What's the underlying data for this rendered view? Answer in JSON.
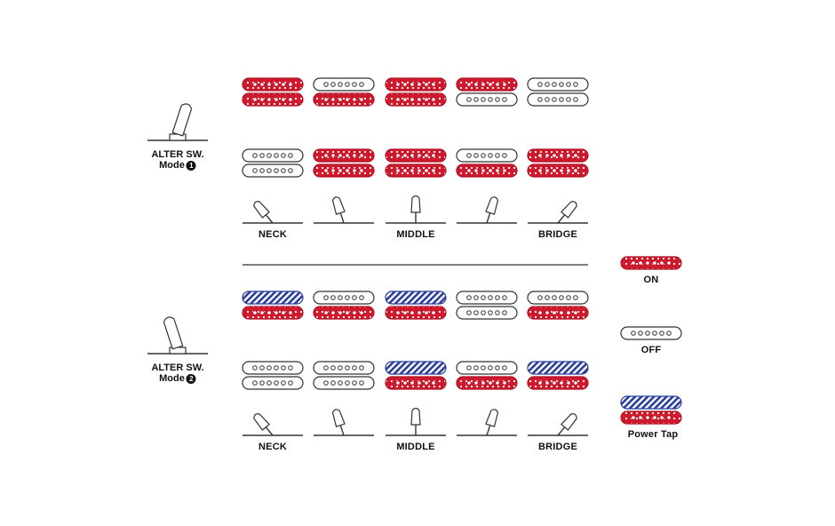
{
  "colors": {
    "on": "#cf1a2e",
    "power_tap": "#2b3f9a",
    "off_outline": "#333333",
    "line": "#555555"
  },
  "modes": [
    {
      "label_line1": "ALTER SW.",
      "label_line2": "Mode",
      "badge": "1",
      "positions": [
        {
          "top": "on",
          "bottom": "on"
        },
        {
          "top": "off",
          "bottom": "on"
        },
        {
          "top": "on",
          "bottom": "on"
        },
        {
          "top": "on",
          "bottom": "off"
        },
        {
          "top": "off",
          "bottom": "off"
        }
      ],
      "positions_b": [
        {
          "top": "off",
          "bottom": "off"
        },
        {
          "top": "on",
          "bottom": "on"
        },
        {
          "top": "on",
          "bottom": "on"
        },
        {
          "top": "off",
          "bottom": "on"
        },
        {
          "top": "on",
          "bottom": "on"
        }
      ],
      "switch_labels": [
        "NECK",
        "",
        "MIDDLE",
        "",
        "BRIDGE"
      ]
    },
    {
      "label_line1": "ALTER SW.",
      "label_line2": "Mode",
      "badge": "2",
      "positions": [
        {
          "top": "tap",
          "bottom": "on"
        },
        {
          "top": "off",
          "bottom": "on"
        },
        {
          "top": "tap",
          "bottom": "on"
        },
        {
          "top": "off",
          "bottom": "off"
        },
        {
          "top": "off",
          "bottom": "on"
        }
      ],
      "positions_b": [
        {
          "top": "off",
          "bottom": "off"
        },
        {
          "top": "off",
          "bottom": "off"
        },
        {
          "top": "tap",
          "bottom": "on"
        },
        {
          "top": "off",
          "bottom": "on"
        },
        {
          "top": "tap",
          "bottom": "on"
        }
      ],
      "switch_labels": [
        "NECK",
        "",
        "MIDDLE",
        "",
        "BRIDGE"
      ]
    }
  ],
  "legend": [
    {
      "state": "on",
      "label": "ON"
    },
    {
      "state": "off",
      "label": "OFF"
    },
    {
      "state": "tap",
      "label": "Power Tap"
    }
  ]
}
